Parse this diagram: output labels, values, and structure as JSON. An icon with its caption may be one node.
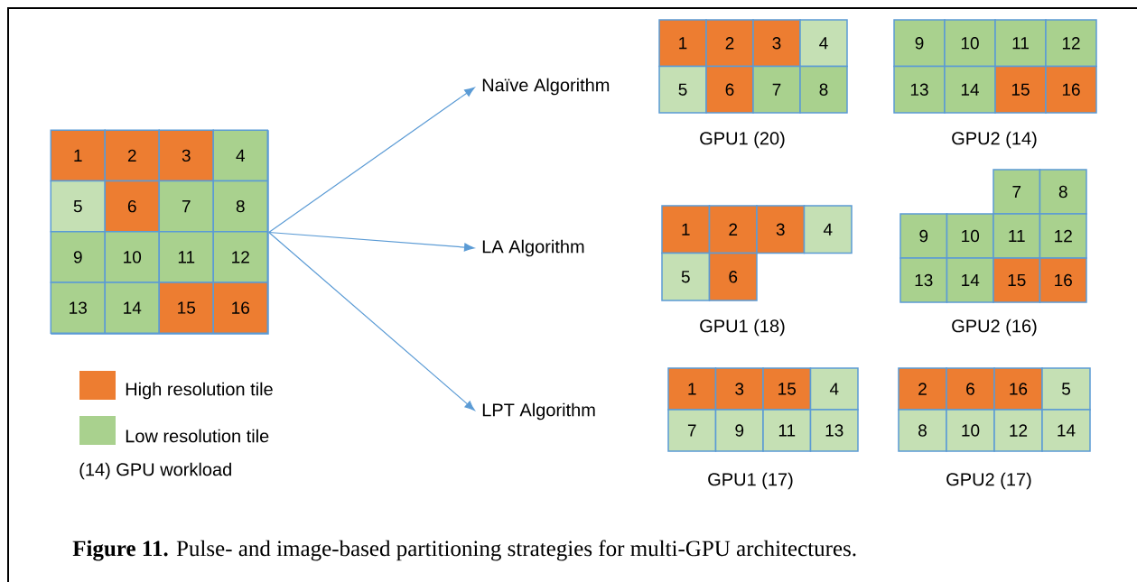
{
  "diagram": {
    "caption": "**Figure 11.** Pulse- and image-based partitioning strategies for multi-GPU architectures.",
    "nodes": [
      {
        "text": [],
        "shape": "box"
      },
      {
        "text": [
          "1"
        ],
        "in": 0
      },
      {
        "text": [
          "2"
        ],
        "in": 0
      },
      {
        "text": [
          "3"
        ],
        "in": 0
      },
      {
        "text": [
          "4"
        ],
        "in": 0
      },
      {
        "text": [
          "5"
        ],
        "in": 0
      },
      {
        "text": [
          "6"
        ],
        "in": 0
      },
      {
        "text": [
          "7"
        ],
        "in": 0
      },
      {
        "text": [
          "8"
        ],
        "in": 0
      },
      {
        "text": [
          "9"
        ],
        "in": 0
      },
      {
        "text": [
          "10"
        ],
        "in": 0
      },
      {
        "text": [
          "11"
        ],
        "in": 0
      },
      {
        "text": [
          "12"
        ],
        "in": 0
      },
      {
        "text": [
          "13"
        ],
        "in": 0
      },
      {
        "text": [
          "14"
        ],
        "in": 0
      },
      {
        "text": [
          "15"
        ],
        "in": 0
      },
      {
        "text": [
          "16"
        ],
        "in": 0
      },
      {
        "text": [
          "Naïve Algorithm"
        ]
      },
      {
        "text": [
          "1"
        ]
      },
      {
        "text": [
          "2"
        ]
      },
      {
        "text": [
          "3"
        ]
      },
      {
        "text": [
          "4"
        ]
      },
      {
        "text": [
          "5"
        ]
      },
      {
        "text": [
          "6"
        ]
      },
      {
        "text": [
          "7"
        ]
      },
      {
        "text": [
          "8"
        ]
      },
      {
        "text": [
          "9"
        ]
      },
      {
        "text": [
          "10"
        ]
      },
      {
        "text": [
          "11"
        ]
      },
      {
        "text": [
          "12"
        ]
      },
      {
        "text": [
          "13"
        ]
      },
      {
        "text": [
          "14"
        ]
      },
      {
        "text": [
          "15"
        ]
      },
      {
        "text": [
          "16"
        ]
      },
      {
        "text": [
          "LA Algorithm"
        ]
      },
      {
        "text": [
          "1"
        ]
      },
      {
        "text": [
          "2"
        ]
      },
      {
        "text": [
          "3"
        ]
      },
      {
        "text": [
          "4"
        ]
      },
      {
        "text": [
          "5"
        ]
      },
      {
        "text": [
          "6"
        ]
      },
      {
        "text": [
          "7"
        ]
      },
      {
        "text": [
          "8"
        ]
      },
      {
        "text": [
          "9"
        ]
      },
      {
        "text": [
          "10"
        ]
      },
      {
        "text": [
          "11"
        ]
      },
      {
        "text": [
          "12"
        ]
      },
      {
        "text": [
          "13"
        ]
      },
      {
        "text": [
          "14"
        ]
      },
      {
        "text": [
          "15"
        ]
      },
      {
        "text": [
          "16"
        ]
      },
      {
        "text": [
          "LPT Algorithm"
        ]
      },
      {
        "text": [
          "1"
        ]
      },
      {
        "text": [
          "3"
        ]
      },
      {
        "text": [
          "15"
        ]
      },
      {
        "text": [
          "4"
        ]
      },
      {
        "text": [
          "7"
        ]
      },
      {
        "text": [
          "9"
        ]
      },
      {
        "text": [
          "11"
        ]
      },
      {
        "text": [
          "13"
        ]
      },
      {
        "text": [
          "2"
        ]
      },
      {
        "text": [
          "6"
        ]
      },
      {
        "text": [
          "16"
        ]
      },
      {
        "text": [
          "5"
        ]
      },
      {
        "text": [
          "8"
        ]
      },
      {
        "text": [
          "10"
        ]
      },
      {
        "text": [
          "12"
        ]
      },
      {
        "text": [
          "14"
        ]
      }
    ],
    "edges": [
      {
        "from": 0,
        "to": 17,
        "arrow": "to"
      },
      {
        "from": 0,
        "to": 34,
        "arrow": "to"
      },
      {
        "from": 0,
        "to": 51,
        "arrow": "to"
      }
    ],
    "labels": [
      "GPU1 (20)",
      "GPU2 (14)",
      "GPU1 (18)",
      "GPU2 (16)",
      "GPU1 (17)",
      "GPU2 (17)",
      "(14) GPU workload"
    ],
    "legend": [
      {
        "text": "High resolution tile",
        "color": "#ed7d31"
      },
      {
        "text": "Low resolution tile",
        "color": "#a9d18e"
      }
    ]
  }
}
